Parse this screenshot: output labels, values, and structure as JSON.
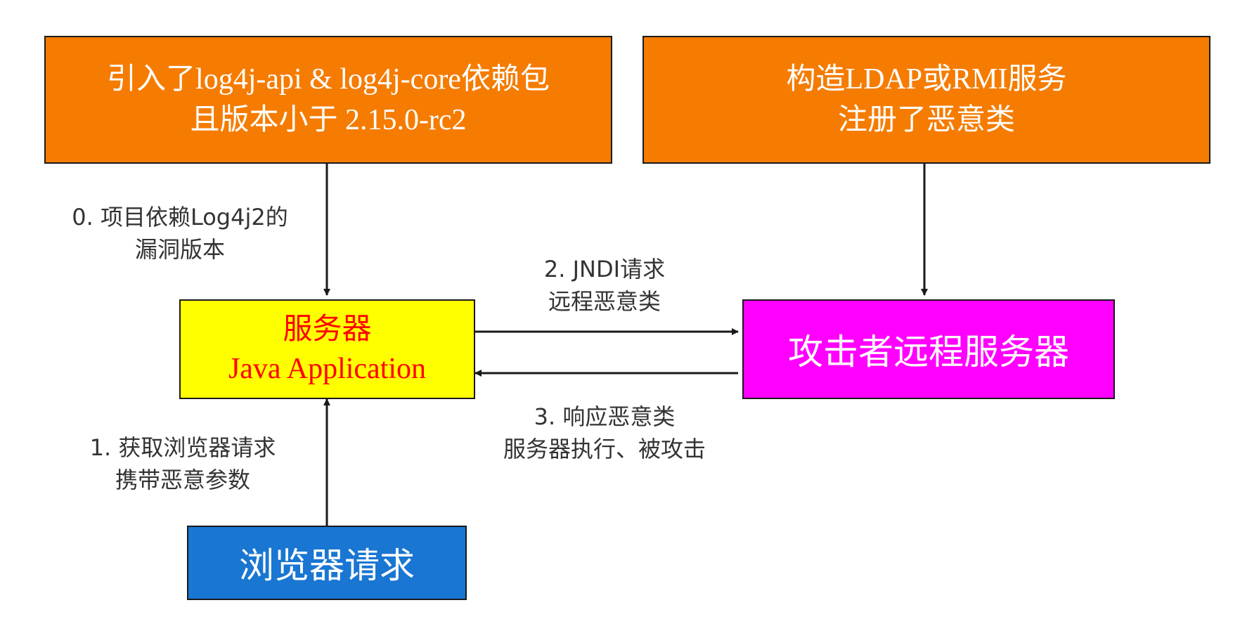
{
  "nodes": {
    "dependency": {
      "lines": [
        "引入了log4j-api & log4j-core依赖包",
        "且版本小于 2.15.0-rc2"
      ],
      "color": "#f57c00"
    },
    "attacker_setup": {
      "lines": [
        "构造LDAP或RMI服务",
        "注册了恶意类"
      ],
      "color": "#f57c00"
    },
    "server": {
      "title": "服务器",
      "subtitle": "Java Application",
      "color": "#ffff00",
      "text_color": "#ff0000"
    },
    "attacker_server": {
      "label": "攻击者远程服务器",
      "color": "#ff00ff"
    },
    "browser": {
      "label": "浏览器请求",
      "color": "#1976d2"
    }
  },
  "edges": {
    "step0": {
      "lines": [
        "0. 项目依赖Log4j2的",
        "漏洞版本"
      ]
    },
    "step1": {
      "lines": [
        "1. 获取浏览器请求",
        "携带恶意参数"
      ]
    },
    "step2": {
      "lines": [
        "2. JNDI请求",
        "远程恶意类"
      ]
    },
    "step3": {
      "lines": [
        "3. 响应恶意类",
        "服务器执行、被攻击"
      ]
    }
  }
}
